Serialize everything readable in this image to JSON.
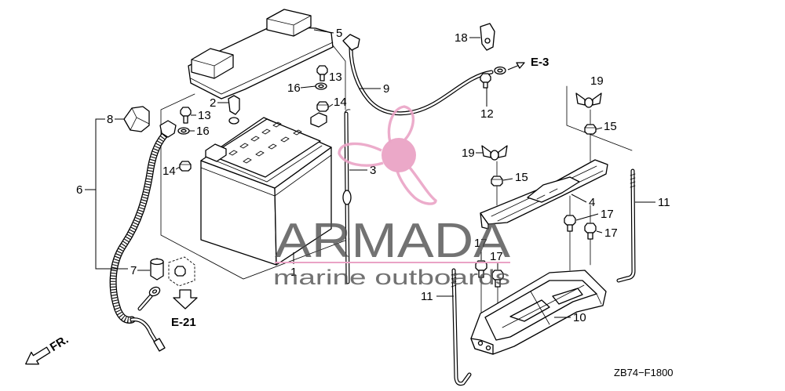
{
  "callouts": [
    "5",
    "18",
    "13",
    "9",
    "16",
    "19",
    "2",
    "14",
    "13",
    "8",
    "12",
    "15",
    "16",
    "19",
    "14",
    "3",
    "6",
    "15",
    "4",
    "11",
    "17",
    "17",
    "17",
    "17",
    "7",
    "1",
    "11",
    "10"
  ],
  "refs": {
    "e3": "E-3",
    "e21": "E-21"
  },
  "front_label": "FR.",
  "diagram_code": "ZB74−F1800",
  "watermark": {
    "brand": "ARMADA",
    "tagline": "marine outboards"
  },
  "icons": {
    "front_arrow": "arrow-down-left-icon",
    "reference_arrow": "arrow-down-icon",
    "logo": "propeller-logo-icon"
  },
  "colors": {
    "ink": "#000000",
    "paper": "#ffffff",
    "watermark_pink": "#eaa3c5",
    "watermark_text": "#4f4f4f"
  }
}
